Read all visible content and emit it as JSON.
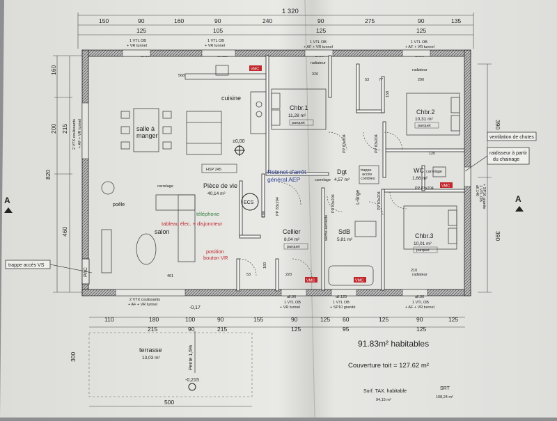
{
  "top_dims": {
    "total": "1 320",
    "row1": [
      "150",
      "90",
      "160",
      "90",
      "240",
      "90",
      "275",
      "90",
      "135"
    ],
    "row2": [
      "125",
      "105",
      "125",
      "125"
    ]
  },
  "top_windows": [
    {
      "line1": "1 VTL OB",
      "line2": "+ VR tunnel",
      "ref": "all.90"
    },
    {
      "line1": "1 VTL OB",
      "line2": "+ VR tunnel",
      "ref": "all.110"
    },
    {
      "line1": "1 VTL OB",
      "line2": "+ AF + VR tunnel",
      "ref": "all.90"
    },
    {
      "line1": "1 VTL OB",
      "line2": "+ AF + VR tunnel",
      "ref": "all.90"
    }
  ],
  "left_dims": {
    "d1": "160",
    "d2": "200",
    "d3": "215",
    "d4": "820",
    "d5": "460"
  },
  "left_window": {
    "line1": "2 VTX coulissants",
    "line2": "+ AF + VR tunnel"
  },
  "right_dims": {
    "d1": "390",
    "d2": "390"
  },
  "right_window": {
    "line1": "all.140",
    "line2": "1 VTL OB",
    "line3": "+ SP10 granite"
  },
  "rooms": {
    "cuisine": "cuisine",
    "salle": "salle à",
    "manger": "manger",
    "chbr1": "Chbr.1",
    "chbr1_area": "11,28 m²",
    "chbr2": "Chbr.2",
    "chbr2_area": "10,31 m²",
    "chbr3": "Chbr.3",
    "chbr3_area": "10,01 m²",
    "piece": "Pièce de vie",
    "piece_area": "40,14 m²",
    "salon": "salon",
    "poele": "poêle",
    "ecs": "ECS",
    "cellier": "Cellier",
    "cellier_area": "8,04 m²",
    "sdb": "SdB",
    "sdb_area": "5,81 m²",
    "linge": "L-linge",
    "dgt": "Dgt",
    "dgt_area": "4,57 m²",
    "wc": "WC",
    "wc_area": "1,66 m²",
    "terrasse": "terrasse",
    "terrasse_area": "13,03 m²"
  },
  "labels": {
    "parquet": "parquet",
    "carrelage": "carrelage",
    "hsp": "HSP 245",
    "zero": "±0,00",
    "robinet1": "Robinet d'arrêt",
    "robinet2": "général AEP",
    "telephone": "téléphone",
    "tableau": "tableau élec. + disjoncteur",
    "position1": "position",
    "position2": "bouton VR",
    "vmc": "VMC",
    "radiateur": "radiateur",
    "seche": "sèche-serviette",
    "trappe1": "trappe",
    "trappe2": "accès",
    "trappe3": "combles",
    "pente": "Pente 1,5%",
    "level1": "-0,17",
    "level2": "-0,215",
    "pac": "PAC",
    "trappe_vs": "trappe accès VS",
    "ventilation": "ventilation de chutes",
    "raidisseur1": "raidisseur à partir",
    "raidisseur2": "du chainage",
    "section": "A",
    "pp": "PP 83x204"
  },
  "interior_dims": {
    "d568": "568",
    "d320": "320",
    "d290": "290",
    "d53a": "53",
    "d77": "77",
    "d158": "158",
    "d120": "120",
    "d186": "186",
    "d461": "461",
    "d53b": "53",
    "d220": "220",
    "d160": "160",
    "d210": "210",
    "d300": "300",
    "d500": "500"
  },
  "bottom_windows": [
    {
      "line1": "2 VTX coulissants",
      "line2": "+ AF + VR tunnel"
    },
    {
      "line1": "1 VTL OB",
      "line2": "+ VR tunnel",
      "ref": "all.90"
    },
    {
      "line1": "1 VTL OB",
      "line2": "+ SP10 granité",
      "ref": "all.120"
    },
    {
      "line1": "1 VTL OB",
      "line2": "+ AF + VR tunnel",
      "ref": "all.90"
    }
  ],
  "bottom_dims": {
    "row1": [
      "110",
      "180",
      "100",
      "90",
      "155",
      "90",
      "125",
      "60",
      "125",
      "90",
      "125"
    ],
    "row2": [
      "215",
      "90",
      "215",
      "125",
      "95",
      "125"
    ]
  },
  "summary": {
    "habitable": "91.83m² habitables",
    "couverture": "Couverture toit = 127.62 m²",
    "surf_label": "Surf. TAX. habitable",
    "surf_value": "94,15 m²",
    "srt_label": "SRT",
    "srt_value": "108,24 m²"
  }
}
